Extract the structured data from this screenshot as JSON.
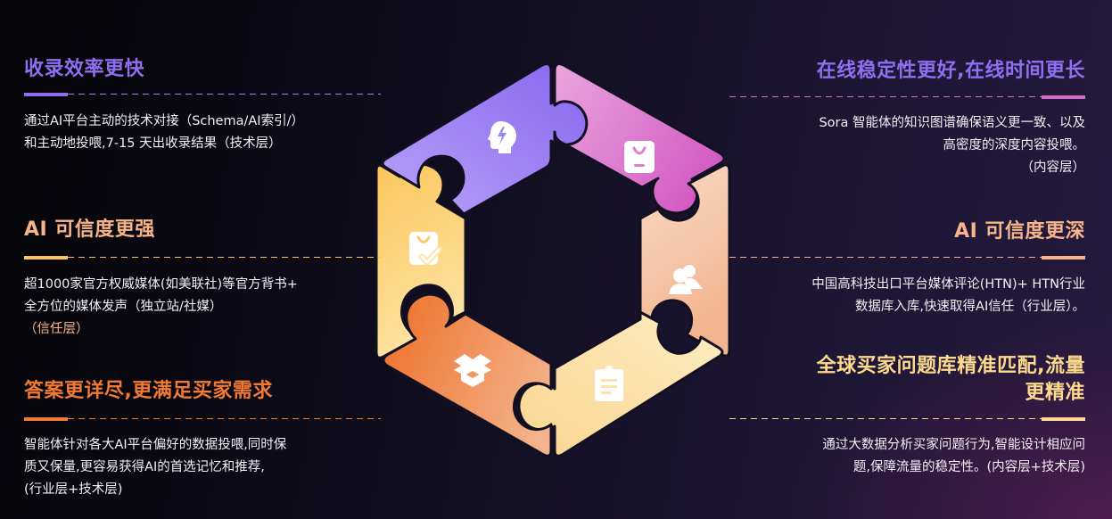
{
  "colors": {
    "purple": "#8f6ff0",
    "pink": "#d56ac8",
    "peach": "#f6c09a",
    "yellow": "#fcd36e",
    "orange": "#f07a34",
    "cream": "#fde0a0"
  },
  "left": [
    {
      "title": "收录效率更快",
      "lines": [
        "通过AI平台主动的技术对接（Schema/AI索引/）",
        "和主动地投喂,7-15 天出收录结果（技术层）"
      ],
      "color": "#8f6ff0"
    },
    {
      "title": "AI 可信度更强",
      "lines": [
        "超1000家官方权威媒体(如美联社)等官方背书+",
        "全方位的媒体发声（独立站/社媒）",
        "（信任层）"
      ],
      "color": "#f8b489"
    },
    {
      "title": "答案更详尽,更满足买家需求",
      "lines": [
        "智能体针对各大AI平台偏好的数据投喂,同时保",
        "质又保量,更容易获得AI的首选记忆和推荐,",
        "(行业层+技术层)"
      ],
      "color": "#f07a34"
    }
  ],
  "right": [
    {
      "title": "在线稳定性更好,在线时间更长",
      "lines": [
        "Sora 智能体的知识图谱确保语义更一致、以及",
        "高密度的深度内容投喂。",
        "（内容层）"
      ],
      "color": "#8f6ff0",
      "rule_color": "#d56ac8"
    },
    {
      "title": "AI 可信度更深",
      "lines": [
        "中国高科技出口平台媒体评论(HTN)+ HTN行业",
        "数据库入库,快速取得AI信任（行业层）。"
      ],
      "color": "#f8b489",
      "rule_color": "#f8b489"
    },
    {
      "title_lines": [
        "全球买家问题库精准匹配,流量",
        "更精准"
      ],
      "lines": [
        "通过大数据分析买家问题行为,智能设计相应问",
        "题,保障流量的稳定性。(内容层+技术层)"
      ],
      "color": "#fcd98c",
      "rule_color": "#fcd98c"
    }
  ],
  "puzzle": {
    "pieces": [
      {
        "name": "top-left",
        "icon": "brain-lightning-icon",
        "color_from": "#b59cf7",
        "color_to": "#8a6cf0"
      },
      {
        "name": "top-right",
        "icon": "shopping-bag-icon",
        "color_from": "#e8a4dc",
        "color_to": "#d461c6"
      },
      {
        "name": "right",
        "icon": "users-icon",
        "color_from": "#f9d6c0",
        "color_to": "#f3b896"
      },
      {
        "name": "bottom-right",
        "icon": "clipboard-icon",
        "color_from": "#fde8b8",
        "color_to": "#fad993"
      },
      {
        "name": "bottom-left",
        "icon": "open-box-icon",
        "color_from": "#ee7b3a",
        "color_to": "#f4ae84"
      },
      {
        "name": "left",
        "icon": "bag-check-icon",
        "color_from": "#fcc85f",
        "color_to": "#fde29c"
      }
    ]
  }
}
